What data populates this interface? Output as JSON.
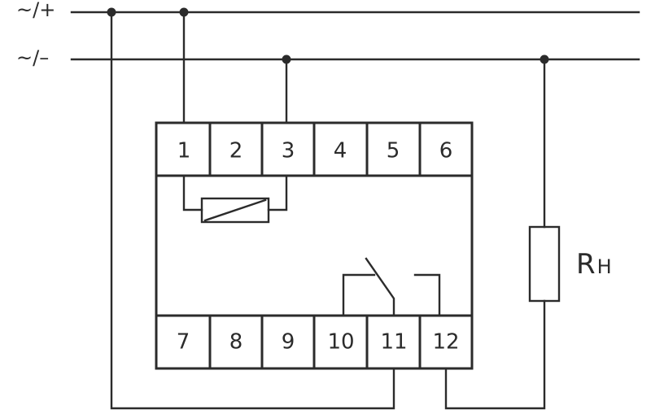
{
  "rails": {
    "live_label": "~/+",
    "neutral_label": "~/–"
  },
  "terminals_top": [
    "1",
    "2",
    "3",
    "4",
    "5",
    "6"
  ],
  "terminals_bottom": [
    "7",
    "8",
    "9",
    "10",
    "11",
    "12"
  ],
  "load": {
    "main": "R",
    "sub": "H"
  },
  "colors": {
    "line": "#2b2b2b",
    "background": "#ffffff"
  }
}
